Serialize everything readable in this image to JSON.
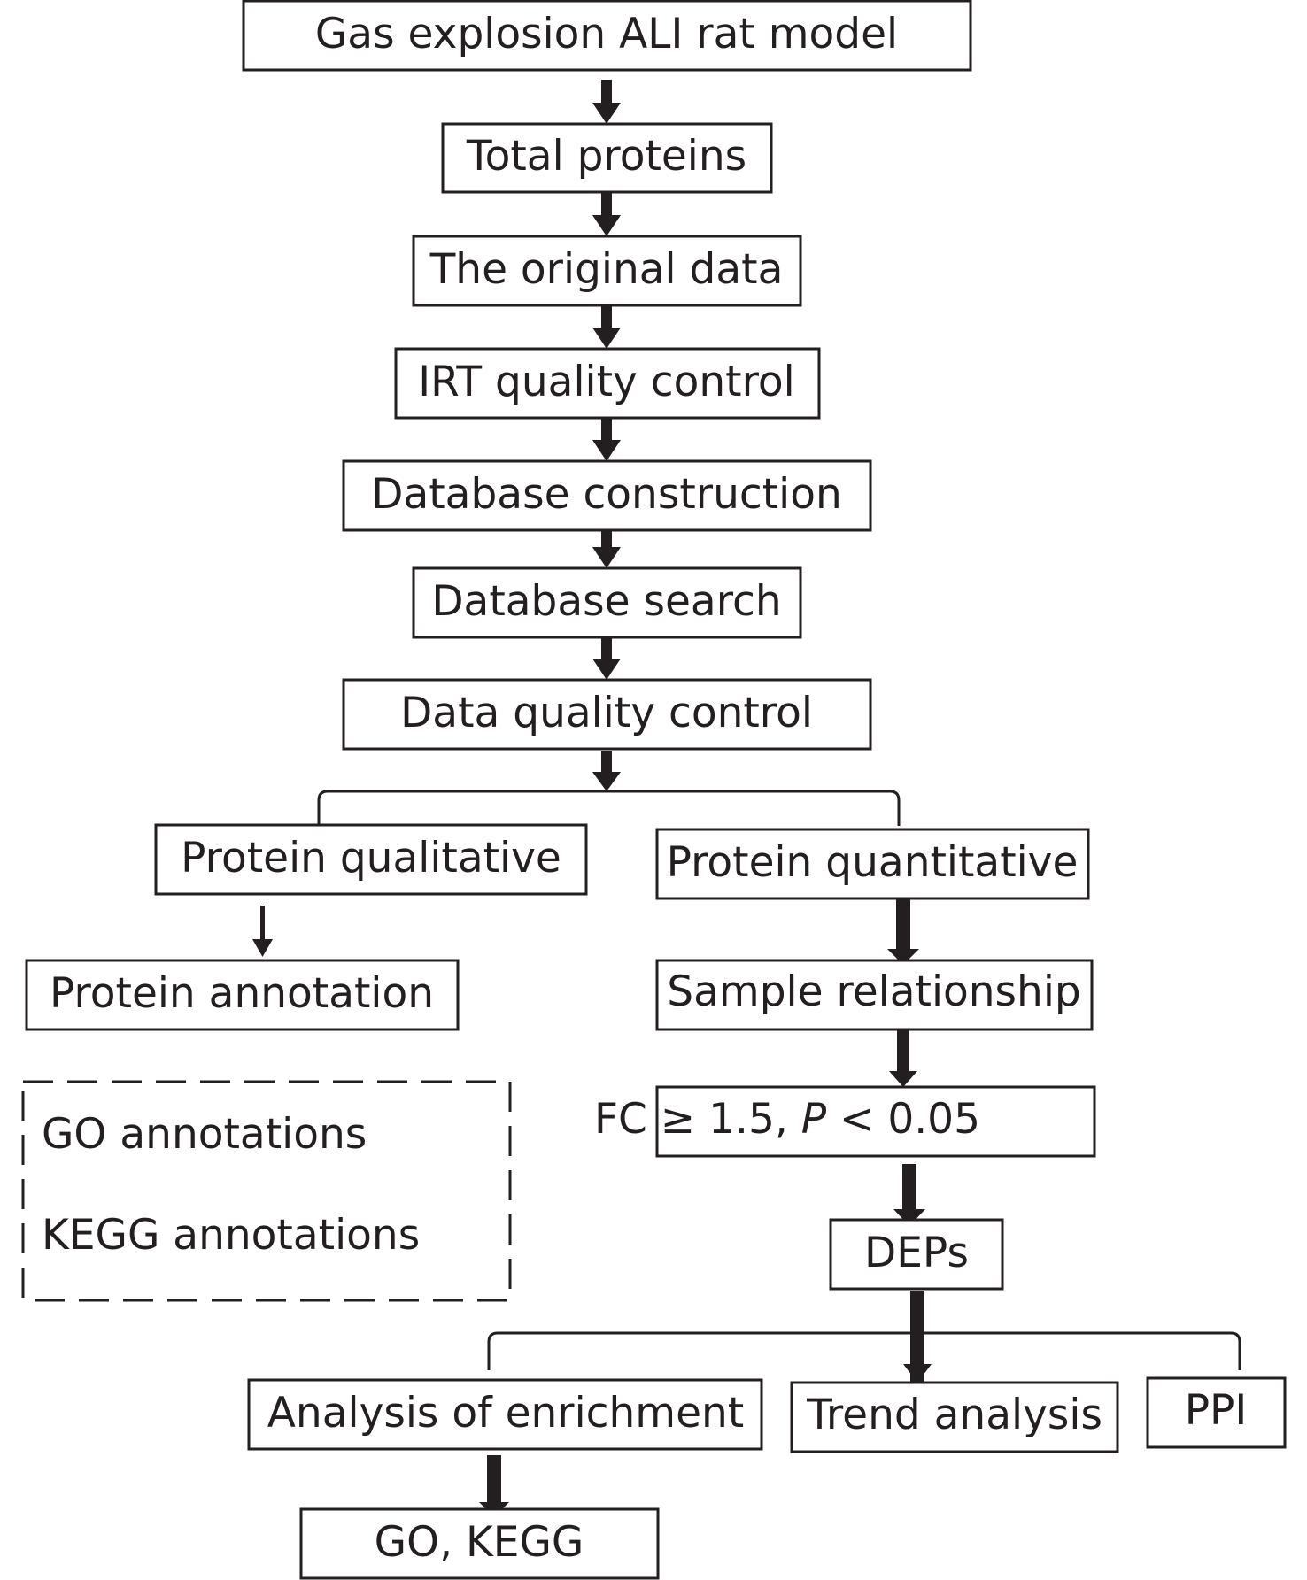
{
  "diagram": {
    "nodes": {
      "gas_explosion": "Gas explosion ALI rat model",
      "total_proteins": "Total proteins",
      "original_data": "The original data",
      "irt_qc": "IRT quality control",
      "db_construction": "Database construction",
      "db_search": "Database search",
      "data_qc": "Data quality control",
      "protein_qualitative": "Protein qualitative",
      "protein_quantitative": "Protein quantitative",
      "protein_annotation": "Protein annotation",
      "sample_relationship": "Sample relationship",
      "threshold": {
        "prefix": "FC ≥ 1.5, ",
        "p": "P",
        "suffix": " < 0.05"
      },
      "deps": "DEPs",
      "enrichment": "Analysis of enrichment",
      "trend": "Trend analysis",
      "ppi": "PPI",
      "go_kegg": "GO, KEGG"
    },
    "annotation_box": {
      "line1": "GO annotations",
      "line2": "KEGG annotations"
    },
    "colors": {
      "ink": "#231f20",
      "background": "#ffffff"
    }
  }
}
